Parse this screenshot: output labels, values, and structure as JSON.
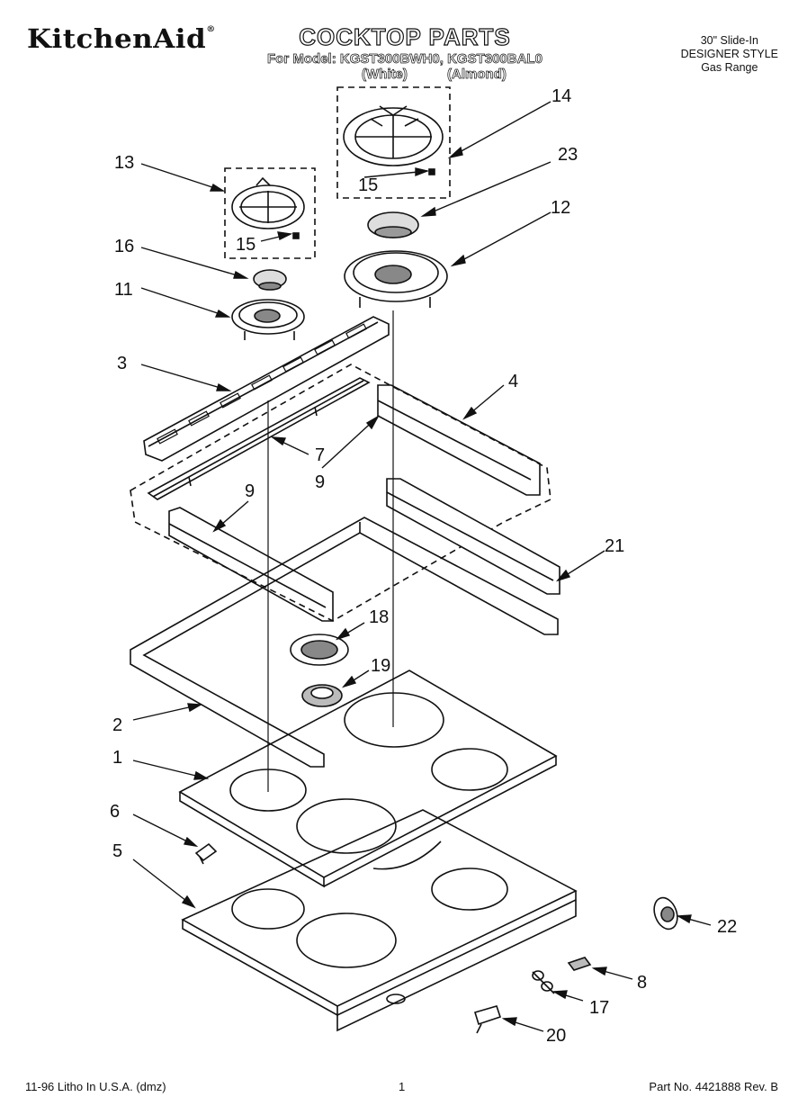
{
  "header": {
    "brand": "KitchenAid",
    "registered_mark": "®",
    "title": "COCKTOP PARTS",
    "model_line": "For Model: KGST300BWH0, KGST300BAL0",
    "variants": [
      "(White)",
      "(Almond)"
    ],
    "style_lines": [
      "30\" Slide-In",
      "DESIGNER STYLE",
      "Gas Range"
    ]
  },
  "callouts": [
    "14",
    "23",
    "12",
    "13",
    "15",
    "16",
    "11",
    "3",
    "4",
    "7",
    "9",
    "9",
    "21",
    "18",
    "19",
    "2",
    "1",
    "6",
    "5",
    "22",
    "8",
    "17",
    "20",
    "15"
  ],
  "footer": {
    "left": "11-96 Litho In U.S.A. (dmz)",
    "page": "1",
    "part_no": "Part No. 4421888 Rev. B"
  }
}
